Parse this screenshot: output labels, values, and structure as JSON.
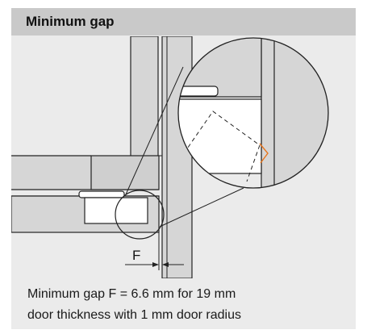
{
  "header": {
    "title": "Minimum gap"
  },
  "diagram": {
    "dimension_label": "F",
    "colors": {
      "background": "#ebebeb",
      "header": "#c9c9c9",
      "part_fill": "#d6d6d6",
      "white_part": "#ffffff",
      "outline": "#222222",
      "accent": "#e8761e"
    },
    "icons": [
      "hinge-icon",
      "magnifier-circle-icon",
      "dimension-arrow-icon"
    ]
  },
  "caption": {
    "line1": "Minimum gap F = 6.6 mm for 19 mm",
    "line2": "door thickness with 1 mm door radius"
  }
}
